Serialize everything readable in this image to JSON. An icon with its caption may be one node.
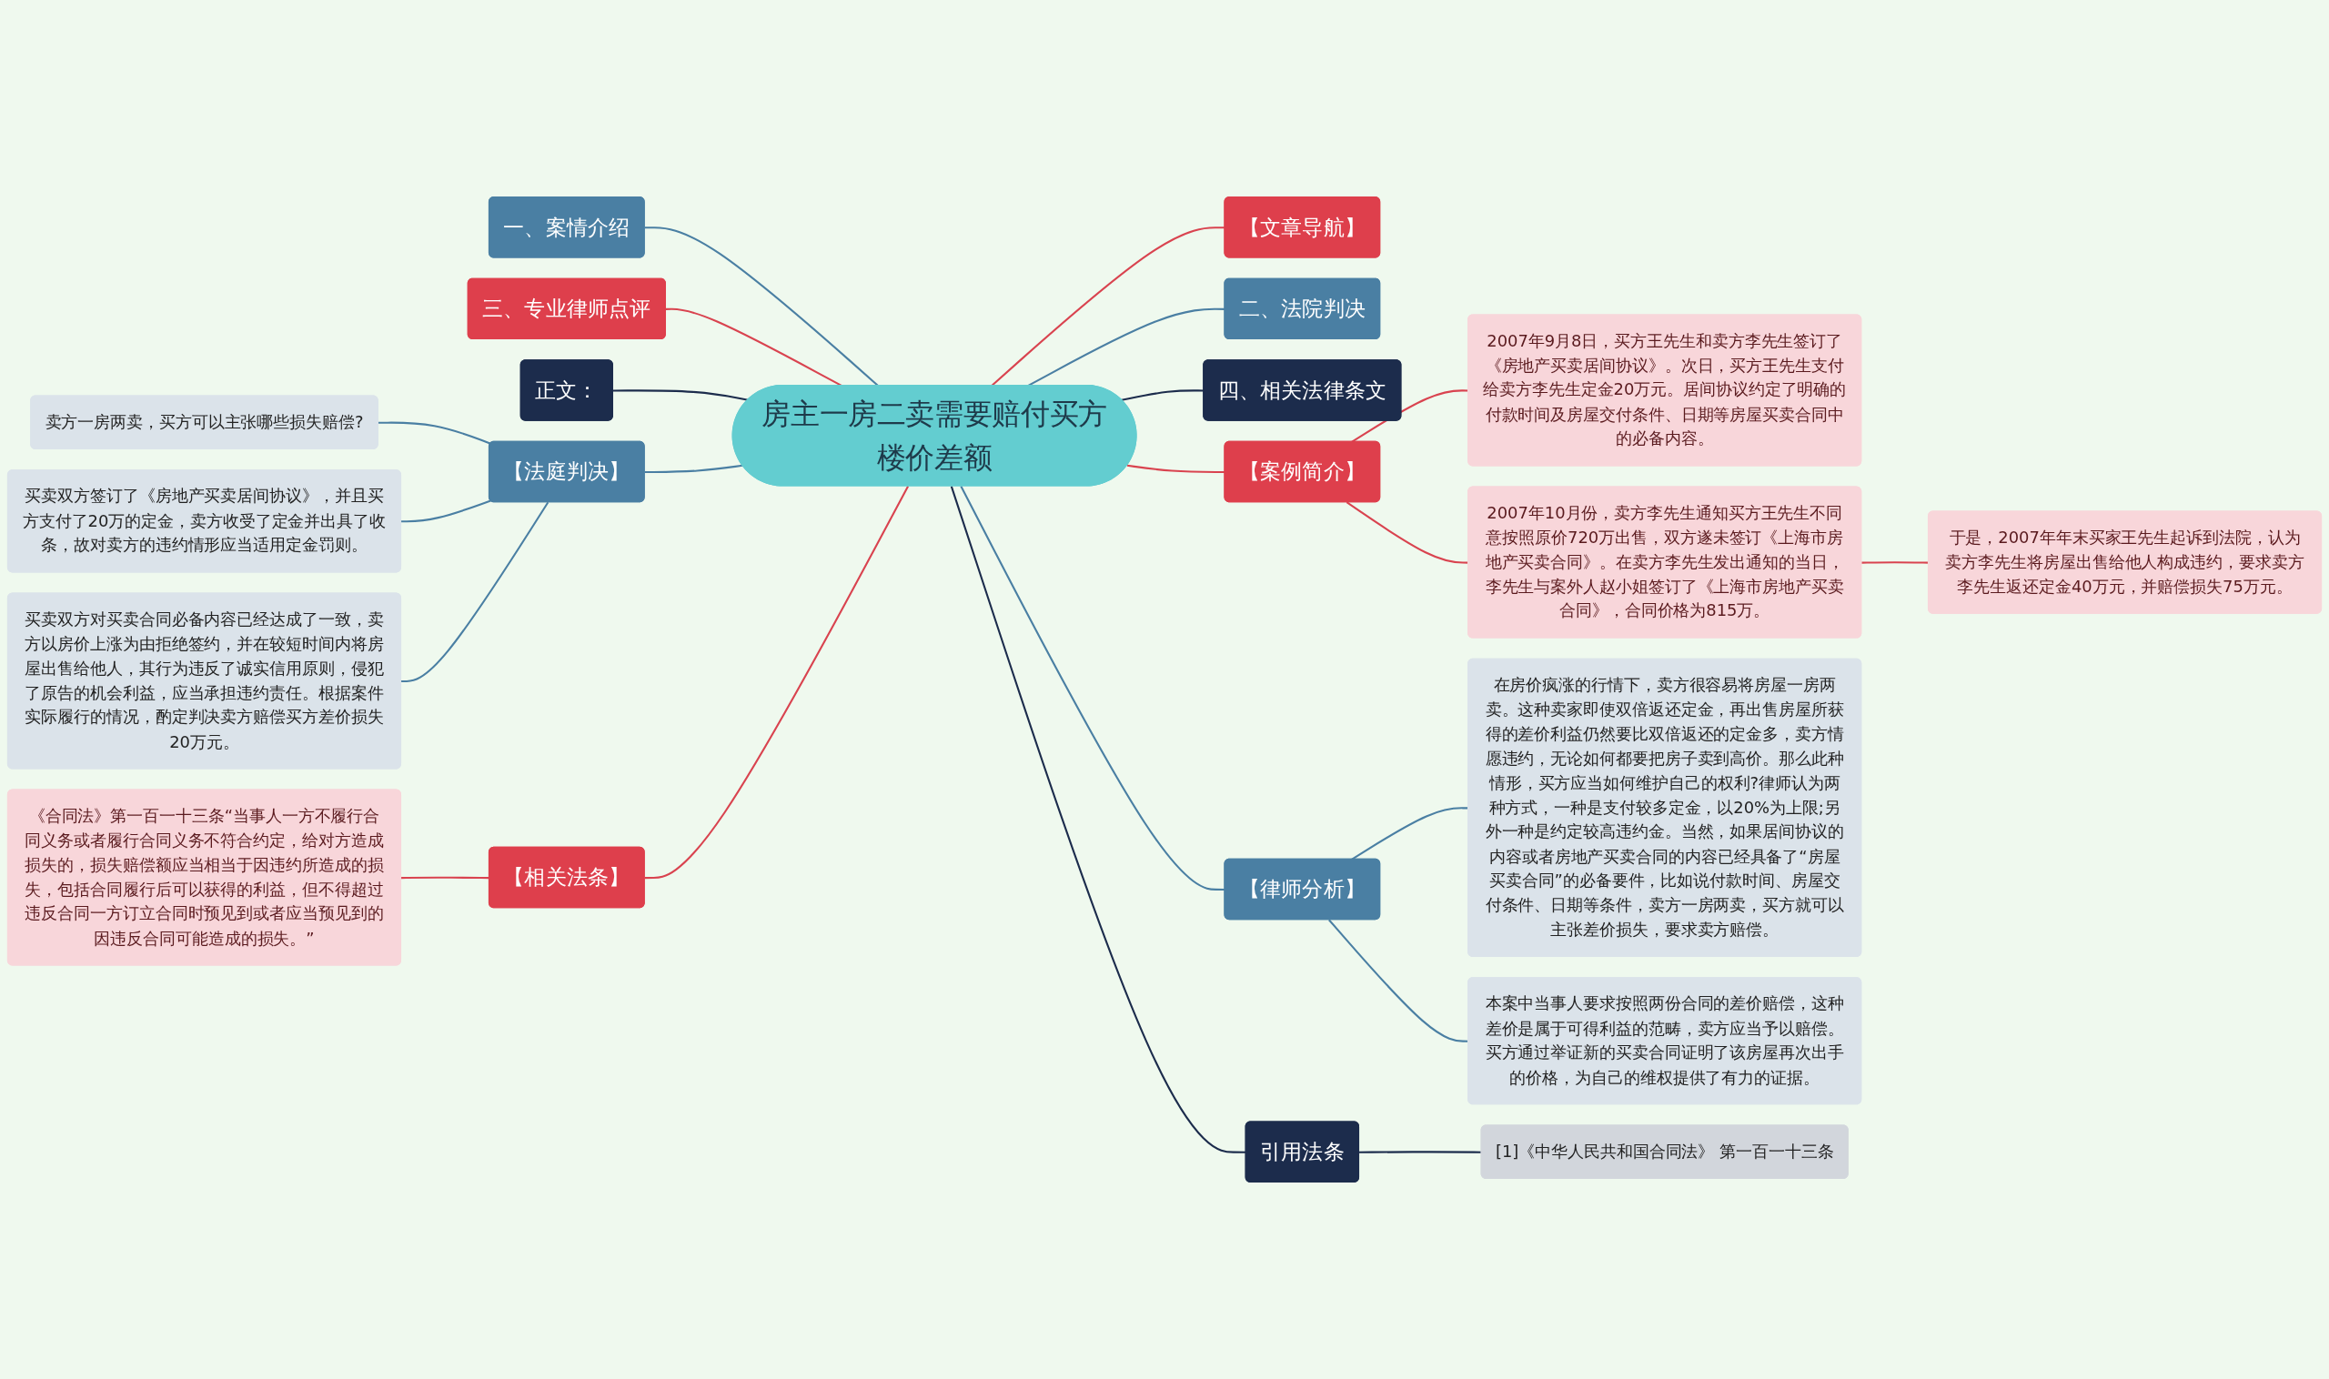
{
  "diagram": {
    "nodes": [
      {
        "text": [
          "房主一房二卖需要赔付买方楼价差额"
        ]
      },
      {
        "text": [
          "【文章导航】"
        ]
      },
      {
        "text": [
          "二、法院判决"
        ]
      },
      {
        "text": [
          "四、相关法律条文"
        ]
      },
      {
        "text": [
          "【案例简介】"
        ]
      },
      {
        "text": [
          "2007年9月8日，买方王先生和卖方李先生签订了《房地产买卖居间协议》。次日，买方王先生支付给卖方李先生定金20万元。居间协议约定了明确的付款时间及房屋交付条件、日期等房屋买卖合同中的必备内容。"
        ]
      },
      {
        "text": [
          "2007年10月份，卖方李先生通知买方王先生不同意按照原价720万出售，双方遂未签订《上海市房地产买卖合同》。在卖方李先生发出通知的当日，李先生与案外人赵小姐签订了《上海市房地产买卖合同》，合同价格为815万。"
        ]
      },
      {
        "text": [
          "于是，2007年年末买家王先生起诉到法院，认为卖方李先生将房屋出售给他人构成违约，要求卖方李先生返还定金40万元，并赔偿损失75万元。"
        ]
      },
      {
        "text": [
          "【律师分析】"
        ]
      },
      {
        "text": [
          "在房价疯涨的行情下，卖方很容易将房屋一房两卖。这种卖家即使双倍返还定金，再出售房屋所获得的差价利益仍然要比双倍返还的定金多，卖方情愿违约，无论如何都要把房子卖到高价。那么此种情形，买方应当如何维护自己的权利?律师认为两种方式，一种是支付较多定金，以20%为上限;另外一种是约定较高违约金。当然，如果居间协议的内容或者房地产买卖合同的内容已经具备了“房屋买卖合同”的必备要件，比如说付款时间、房屋交付条件、日期等条件，卖方一房两卖，买方就可以主张差价损失，要求卖方赔偿。"
        ]
      },
      {
        "text": [
          "本案中当事人要求按照两份合同的差价赔偿，这种差价是属于可得利益的范畴，卖方应当予以赔偿。买方通过举证新的买卖合同证明了该房屋再次出手的价格，为自己的维权提供了有力的证据。"
        ]
      },
      {
        "text": [
          "引用法条"
        ]
      },
      {
        "text": [
          "[1]《中华人民共和国合同法》 第一百一十三条"
        ]
      },
      {
        "text": [
          "一、案情介绍"
        ]
      },
      {
        "text": [
          "三、专业律师点评"
        ]
      },
      {
        "text": [
          "正文："
        ]
      },
      {
        "text": [
          "【法庭判决】"
        ]
      },
      {
        "text": [
          "卖方一房两卖，买方可以主张哪些损失赔偿?"
        ]
      },
      {
        "text": [
          "买卖双方签订了《房地产买卖居间协议》，并且买方支付了20万的定金，卖方收受了定金并出具了收条，故对卖方的违约情形应当适用定金罚则。"
        ]
      },
      {
        "text": [
          "买卖双方对买卖合同必备内容已经达成了一致，卖方以房价上涨为由拒绝签约，并在较短时间内将房屋出售给他人，其行为违反了诚实信用原则，侵犯了原告的机会利益，应当承担违约责任。根据案件实际履行的情况，酌定判决卖方赔偿买方差价损失20万元。"
        ]
      },
      {
        "text": [
          "【相关法条】"
        ]
      },
      {
        "text": [
          "《合同法》第一百一十三条“当事人一方不履行合同义务或者履行合同义务不符合约定，给对方造成损失的，损失赔偿额应当相当于因违约所造成的损失，包括合同履行后可以获得的利益，但不得超过违反合同一方订立合同时预见到或者应当预见到的因违反合同可能造成的损失。”"
        ]
      }
    ],
    "edges": [
      {
        "from": 0,
        "to": 1,
        "arrow": "none",
        "color": "#d9434f"
      },
      {
        "from": 0,
        "to": 2,
        "arrow": "none"
      },
      {
        "from": 0,
        "to": 3,
        "arrow": "none",
        "color": "#1c2c4c"
      },
      {
        "from": 0,
        "to": 4,
        "arrow": "none",
        "color": "#d9434f"
      },
      {
        "from": 4,
        "to": 5,
        "arrow": "none",
        "color": "#d9434f"
      },
      {
        "from": 4,
        "to": 6,
        "arrow": "none",
        "color": "#d9434f"
      },
      {
        "from": 6,
        "to": 7,
        "arrow": "none",
        "color": "#d9434f"
      },
      {
        "from": 0,
        "to": 8,
        "arrow": "none"
      },
      {
        "from": 8,
        "to": 9,
        "arrow": "none"
      },
      {
        "from": 8,
        "to": 10,
        "arrow": "none"
      },
      {
        "from": 0,
        "to": 11,
        "arrow": "none",
        "color": "#1c2c4c"
      },
      {
        "from": 11,
        "to": 12,
        "arrow": "none",
        "color": "#1c2c4c"
      },
      {
        "from": 0,
        "to": 13,
        "arrow": "none"
      },
      {
        "from": 0,
        "to": 14,
        "arrow": "none",
        "color": "#d9434f"
      },
      {
        "from": 0,
        "to": 15,
        "arrow": "none",
        "color": "#1c2c4c"
      },
      {
        "from": 0,
        "to": 16,
        "arrow": "none"
      },
      {
        "from": 16,
        "to": 17,
        "arrow": "none"
      },
      {
        "from": 16,
        "to": 18,
        "arrow": "none"
      },
      {
        "from": 16,
        "to": 19,
        "arrow": "none"
      },
      {
        "from": 0,
        "to": 20,
        "arrow": "none",
        "color": "#d9434f"
      },
      {
        "from": 20,
        "to": 21,
        "arrow": "none",
        "color": "#d9434f"
      }
    ]
  }
}
